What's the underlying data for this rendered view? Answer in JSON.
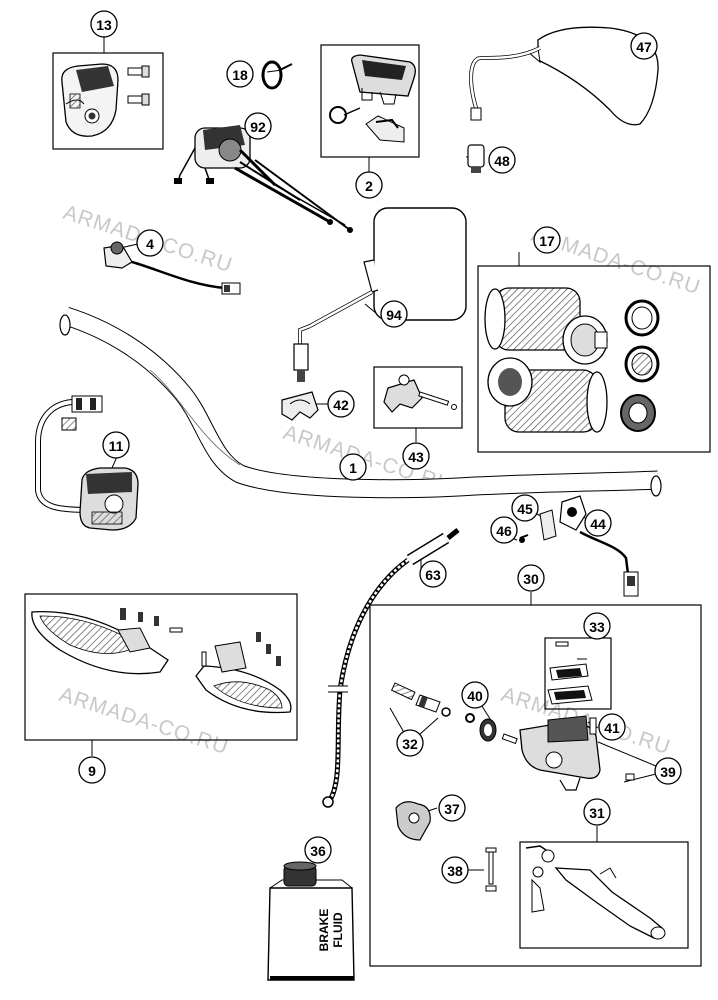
{
  "watermark": "ARMADA-CO.RU",
  "callouts": {
    "c13": "13",
    "c18": "18",
    "c92": "92",
    "c2": "2",
    "c47": "47",
    "c48": "48",
    "c4": "4",
    "c94": "94",
    "c17": "17",
    "c11": "11",
    "c42": "42",
    "c43": "43",
    "c1": "1",
    "c45": "45",
    "c44": "44",
    "c46": "46",
    "c63": "63",
    "c30": "30",
    "c33": "33",
    "c9": "9",
    "c40": "40",
    "c41": "41",
    "c32": "32",
    "c39": "39",
    "c37": "37",
    "c31": "31",
    "c36": "36",
    "c38": "38"
  },
  "bottle_label": {
    "line1": "BRAKE",
    "line2": "FLUID"
  }
}
